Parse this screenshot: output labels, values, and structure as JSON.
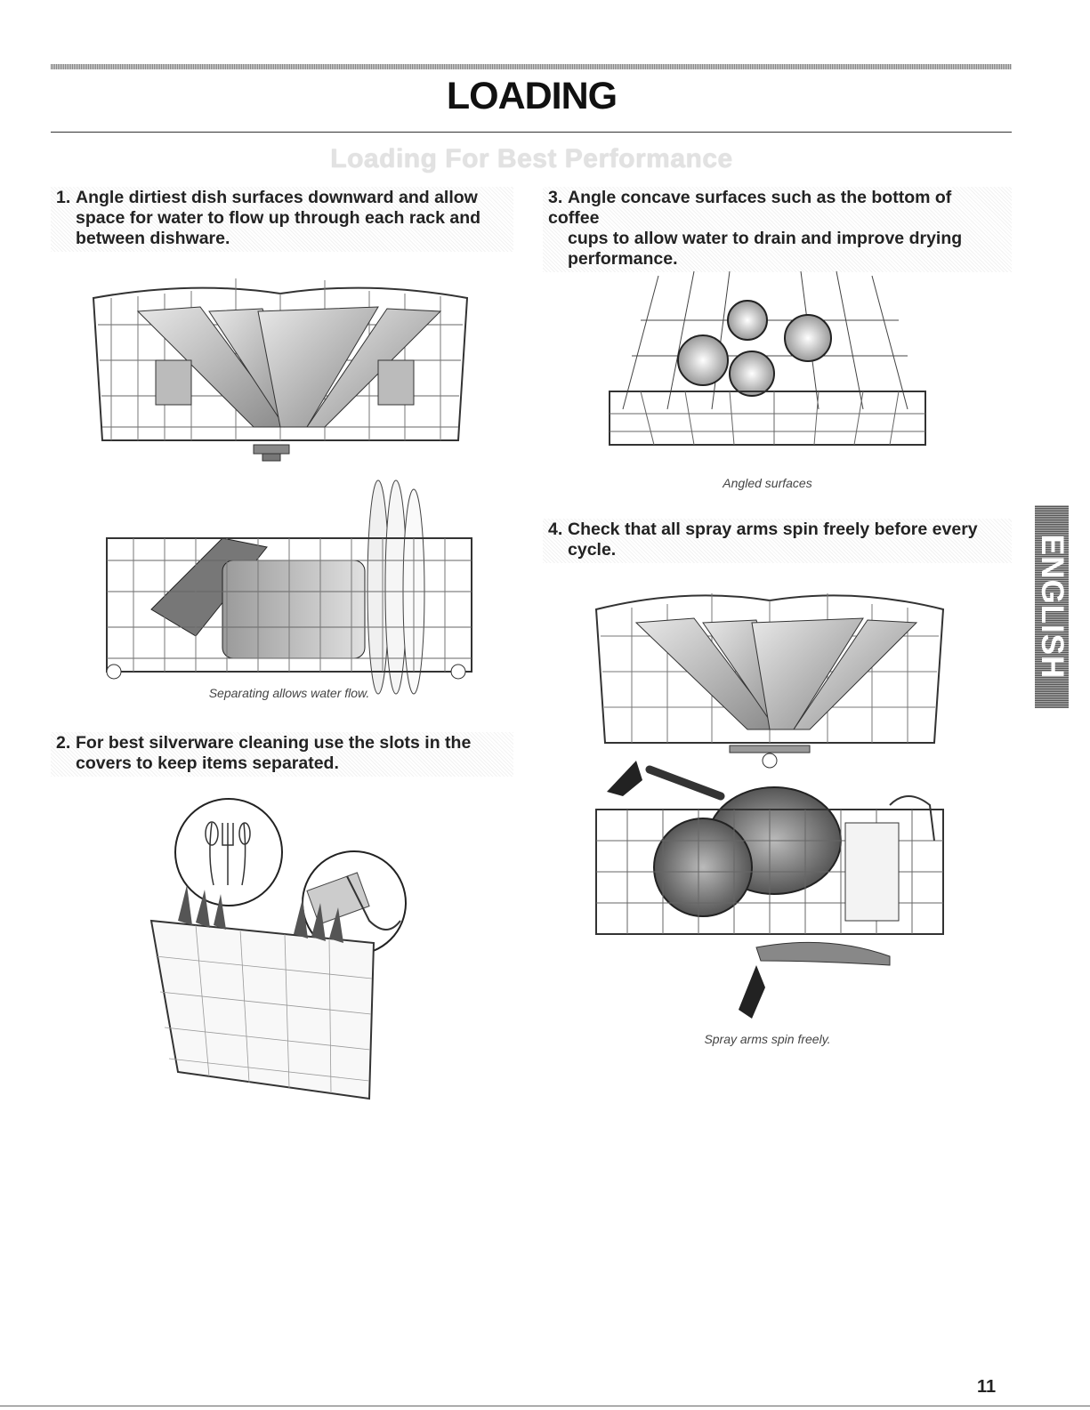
{
  "header": {
    "title": "LOADING",
    "subtitle": "Loading For Best Performance"
  },
  "steps": [
    {
      "number": "1.",
      "lines": [
        "Angle dirtiest dish surfaces downward and allow",
        "space for water to flow up through each rack and",
        "between dishware."
      ]
    },
    {
      "number": "2.",
      "lines": [
        "For best silverware cleaning use the slots in the",
        "covers to keep items separated."
      ]
    },
    {
      "number": "3.",
      "lines": [
        "Angle concave surfaces such as the bottom of coffee",
        "cups to allow water to drain and improve drying",
        "performance."
      ]
    },
    {
      "number": "4.",
      "lines": [
        "Check that all spray arms spin freely before every",
        "cycle."
      ]
    }
  ],
  "captions": {
    "separating": "Separating allows water flow.",
    "angled": "Angled surfaces",
    "spray": "Spray arms spin freely."
  },
  "side_tab": "ENGLISH",
  "page_number": "11"
}
